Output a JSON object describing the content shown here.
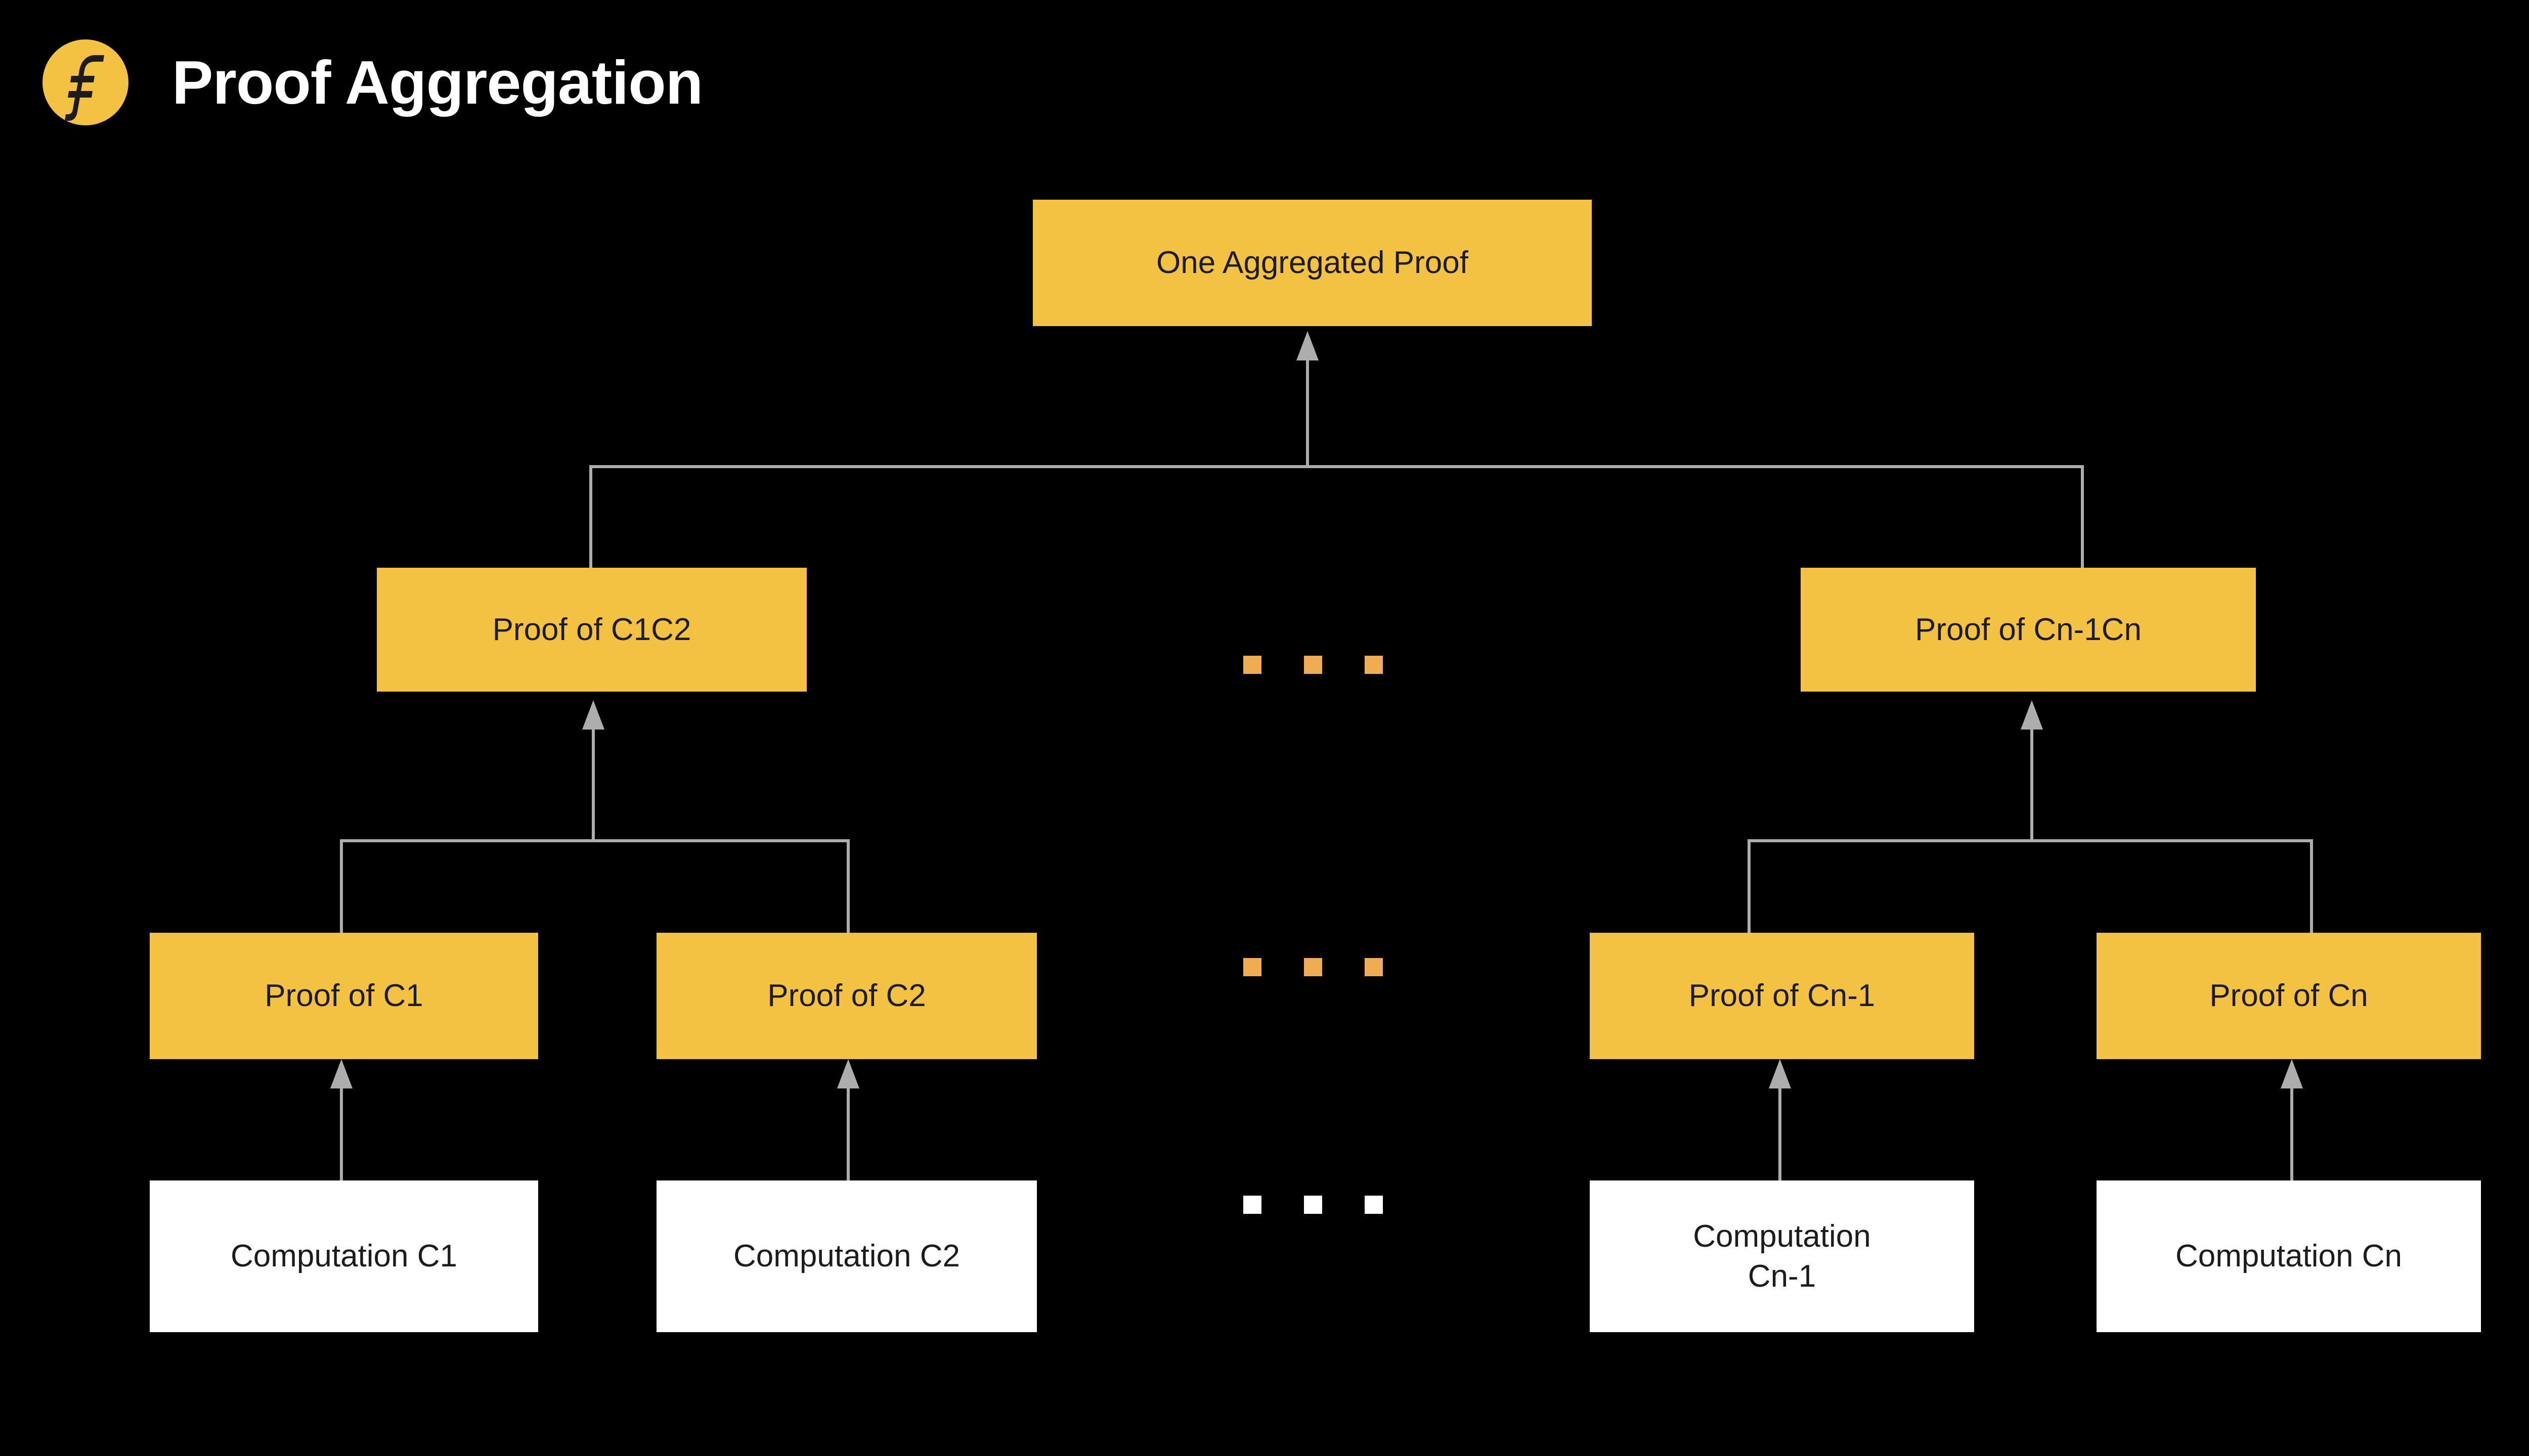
{
  "header": {
    "title": "Proof Aggregation",
    "logo_icon": "filecoin-logo-icon",
    "logo_bg": "#F3C242",
    "title_color": "#FFFFFF"
  },
  "theme": {
    "background": "#000000",
    "proof_fill": "#F3C242",
    "computation_fill": "#FFFFFF",
    "node_text": "#1C1C1C",
    "connector": "#ADADAD",
    "ellipsis_orange": "#F0AC52",
    "ellipsis_white": "#FFFFFF"
  },
  "diagram": {
    "root": {
      "label": "One Aggregated Proof"
    },
    "level2": [
      {
        "label": "Proof of C1C2"
      },
      {
        "label": "Proof of Cn-1Cn"
      }
    ],
    "level3": [
      {
        "label": "Proof of C1"
      },
      {
        "label": "Proof of C2"
      },
      {
        "label": "Proof of Cn-1"
      },
      {
        "label": "Proof of Cn"
      }
    ],
    "level4": [
      {
        "label": "Computation C1"
      },
      {
        "label": "Computation C2"
      },
      {
        "label": "Computation Cn-1"
      },
      {
        "label": "Computation Cn"
      }
    ],
    "ellipsis": [
      {
        "name": "ellipsis-proof-pairs",
        "color": "#F0AC52",
        "count": 3
      },
      {
        "name": "ellipsis-proof-leaves",
        "color": "#F0AC52",
        "count": 3
      },
      {
        "name": "ellipsis-computations",
        "color": "#FFFFFF",
        "count": 3
      }
    ]
  }
}
